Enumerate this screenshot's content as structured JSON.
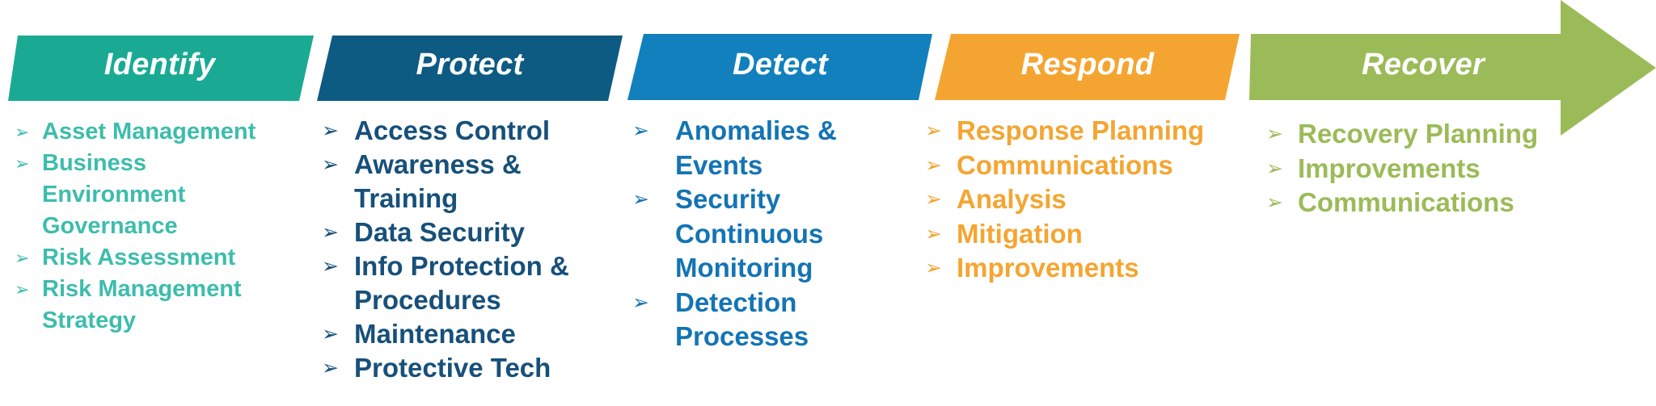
{
  "stages": [
    {
      "key": "identify",
      "title": "Identify",
      "color": "#1aaa94",
      "text_color": "#3dbdac",
      "items": [
        "Asset Management",
        "Business Environment",
        "Governance",
        "Risk Assessment",
        "Risk Management Strategy"
      ]
    },
    {
      "key": "protect",
      "title": "Protect",
      "color": "#0d5a82",
      "text_color": "#17507a",
      "items": [
        "Access Control",
        "Awareness & Training",
        "Data Security",
        "Info Protection & Procedures",
        "Maintenance",
        "Protective Tech"
      ]
    },
    {
      "key": "detect",
      "title": "Detect",
      "color": "#1180bd",
      "text_color": "#1474b4",
      "items": [
        "Anomalies & Events",
        "Security Continuous Monitoring",
        "Detection Processes"
      ]
    },
    {
      "key": "respond",
      "title": "Respond",
      "color": "#f4a531",
      "text_color": "#f4a531",
      "items": [
        "Response Planning",
        "Communications",
        "Analysis",
        "Mitigation",
        "Improvements"
      ]
    },
    {
      "key": "recover",
      "title": "Recover",
      "color": "#9bbb58",
      "text_color": "#9bbb58",
      "items": [
        "Recovery Planning",
        "Improvements",
        "Communications"
      ]
    }
  ],
  "bullet_glyph": "➢"
}
